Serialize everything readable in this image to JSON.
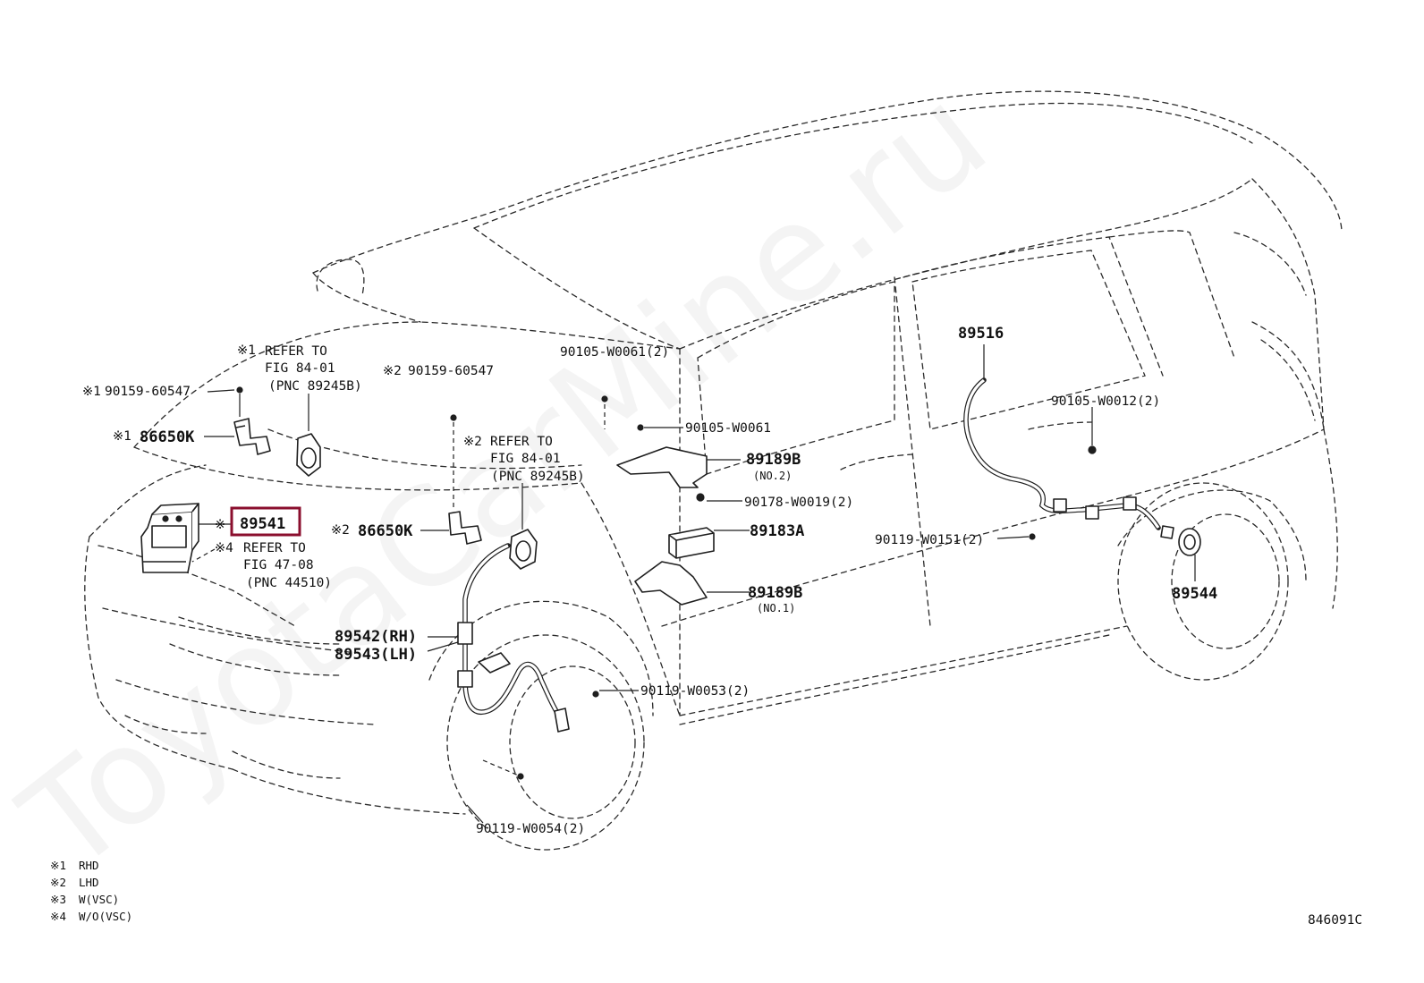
{
  "watermark": "ToyotaCarMine.ru",
  "figure_code": "846091C",
  "highlight_color": "#8b0f2e",
  "parts": {
    "p89541": "89541",
    "p89541_mark": "※",
    "refer1": {
      "mark": "※1",
      "line1": "REFER TO",
      "line2": "FIG 84-01",
      "line3": "(PNC 89245B)"
    },
    "refer2": {
      "mark": "※2",
      "line1": "REFER TO",
      "line2": "FIG 84-01",
      "line3": "(PNC 89245B)"
    },
    "refer4": {
      "mark": "※4",
      "line1": "REFER TO",
      "line2": "FIG 47-08",
      "line3": "(PNC 44510)"
    },
    "bolt_rhd": {
      "mark": "※1",
      "pn": "90159-60547"
    },
    "bolt_lhd": {
      "mark": "※2",
      "pn": "90159-60547"
    },
    "bracket_rhd": {
      "mark": "※1",
      "pn": "86650K"
    },
    "bracket_lhd": {
      "mark": "※2",
      "pn": "86650K"
    },
    "screw_90105_w0061_2": "90105-W0061(2)",
    "screw_90105_w0061": "90105-W0061",
    "p89189b_no2": "89189B",
    "p89189b_no2_sub": "(NO.2)",
    "nut_90178": "90178-W0019(2)",
    "p89183a": "89183A",
    "p89189b_no1": "89189B",
    "p89189b_no1_sub": "(NO.1)",
    "front_sensor_rh": "89542(RH)",
    "front_sensor_lh": "89543(LH)",
    "bolt_90119_w0053": "90119-W0053(2)",
    "bolt_90119_w0054": "90119-W0054(2)",
    "rear_harness": "89516",
    "screw_90105_w0012": "90105-W0012(2)",
    "bolt_90119_w0151": "90119-W0151(2)",
    "rear_sensor": "89544"
  },
  "legend": [
    {
      "mark": "※1",
      "text": "RHD"
    },
    {
      "mark": "※2",
      "text": "LHD"
    },
    {
      "mark": "※3",
      "text": "W(VSC)"
    },
    {
      "mark": "※4",
      "text": "W/O(VSC)"
    }
  ]
}
